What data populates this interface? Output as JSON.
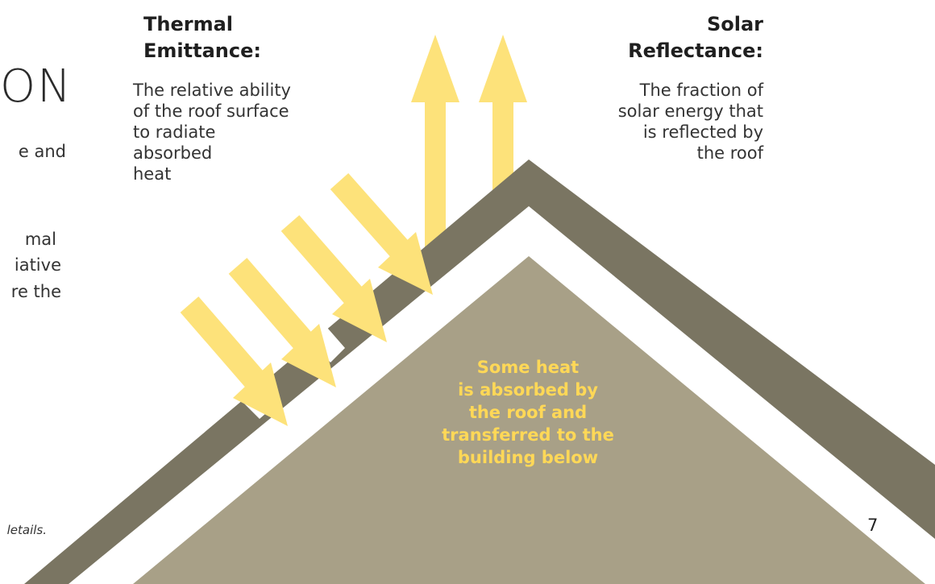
{
  "colors": {
    "roof": "#7a7562",
    "building": "#a8a087",
    "arrow": "#fde27a",
    "absorbed_text": "#ffd857",
    "text": "#333333"
  },
  "left_partial": {
    "title_fragment": "ON",
    "line1": "e and",
    "line2": "mal",
    "line3": "iative",
    "line4": "re the",
    "footnote_fragment": "letails."
  },
  "thermal": {
    "heading_line1": "Thermal",
    "heading_line2": "Emittance:",
    "desc_line1": "The relative ability",
    "desc_line2": "of the roof surface",
    "desc_line3": "to radiate",
    "desc_line4": "absorbed",
    "desc_line5": "heat"
  },
  "solar": {
    "heading_line1": "Solar",
    "heading_line2": "Reflectance:",
    "desc_line1": "The fraction of",
    "desc_line2": "solar energy that",
    "desc_line3": "is reflected by",
    "desc_line4": "the roof"
  },
  "absorbed": {
    "line1": "Some heat",
    "line2": "is absorbed by",
    "line3": "the roof and",
    "line4": "transferred to the",
    "line5": "building below"
  },
  "page_number": "7"
}
